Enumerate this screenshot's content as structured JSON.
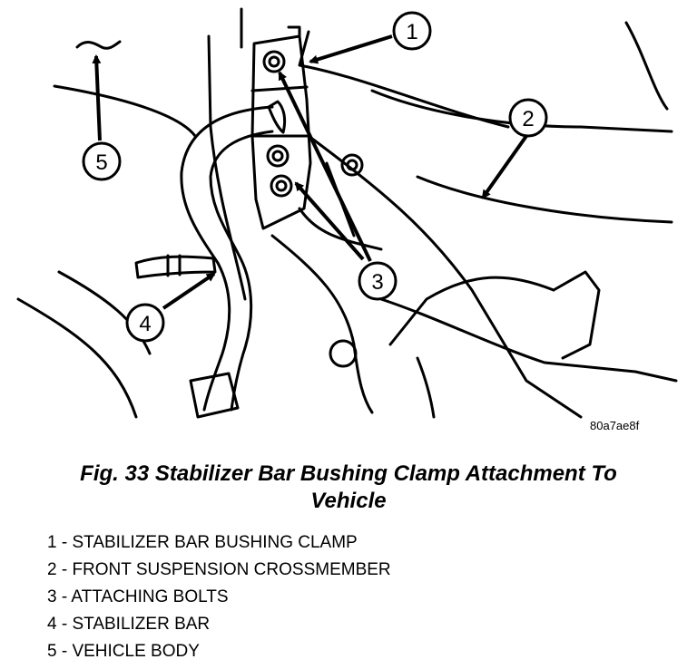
{
  "figure": {
    "callouts": [
      "1",
      "2",
      "3",
      "4",
      "5"
    ],
    "figure_code": "80a7ae8f"
  },
  "caption": {
    "line1": "Fig. 33 Stabilizer Bar Bushing Clamp Attachment To",
    "line2": "Vehicle"
  },
  "legend": [
    {
      "text": "1 - STABILIZER BAR BUSHING CLAMP"
    },
    {
      "text": "2 - FRONT SUSPENSION CROSSMEMBER"
    },
    {
      "text": "3 - ATTACHING BOLTS"
    },
    {
      "text": "4 - STABILIZER BAR"
    },
    {
      "text": "5 - VEHICLE BODY"
    }
  ]
}
